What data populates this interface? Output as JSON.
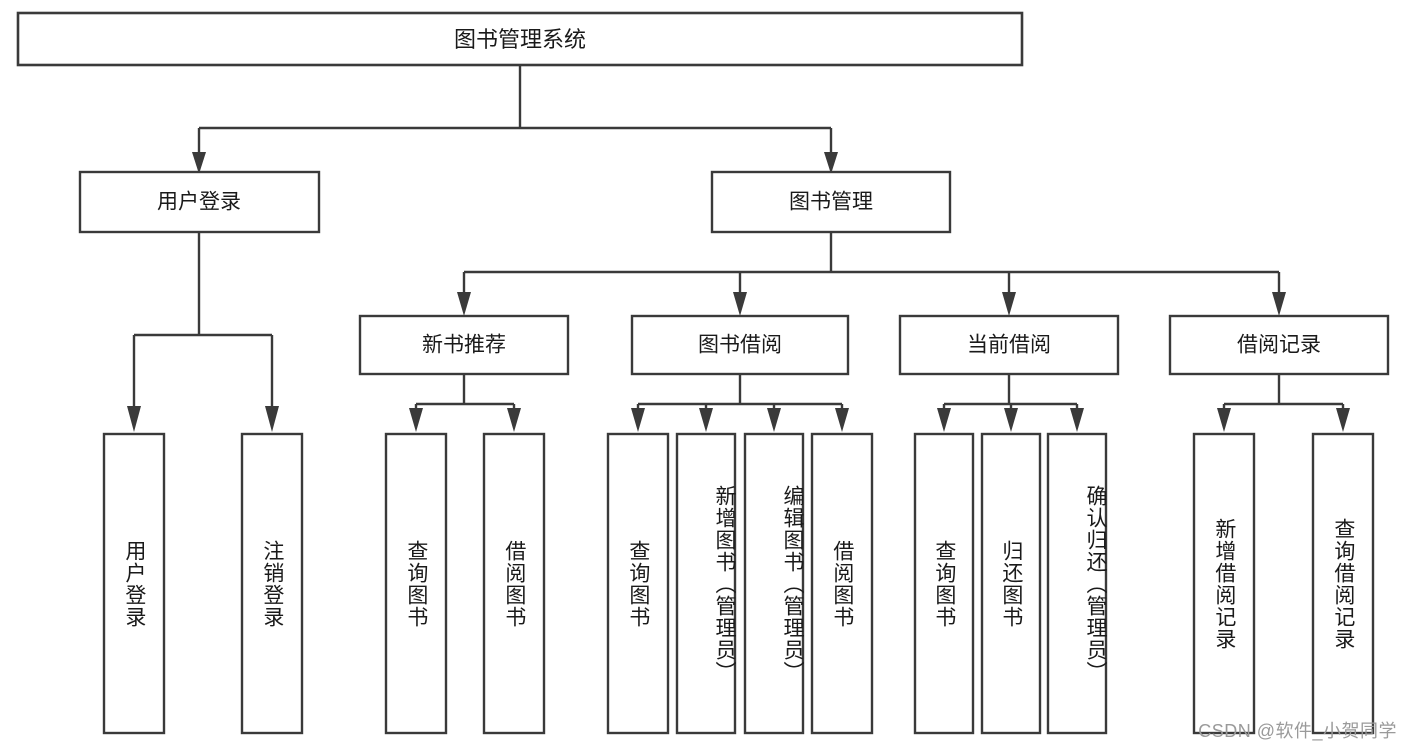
{
  "diagram": {
    "title": "图书管理系统",
    "type": "tree-hierarchy",
    "orientation": "top-down",
    "root": {
      "id": "root",
      "label": "图书管理系统",
      "level": 0
    },
    "level1": [
      {
        "id": "user-login",
        "label": "用户登录",
        "level": 1
      },
      {
        "id": "book-manage",
        "label": "图书管理",
        "level": 1
      }
    ],
    "level2": [
      {
        "id": "new-book-recommend",
        "label": "新书推荐",
        "parent": "book-manage",
        "level": 2
      },
      {
        "id": "book-borrow",
        "label": "图书借阅",
        "parent": "book-manage",
        "level": 2
      },
      {
        "id": "current-borrow",
        "label": "当前借阅",
        "parent": "book-manage",
        "level": 2
      },
      {
        "id": "borrow-record",
        "label": "借阅记录",
        "parent": "book-manage",
        "level": 2
      }
    ],
    "leaves": [
      {
        "id": "leaf-user-login",
        "label": "用户登录",
        "parent": "user-login"
      },
      {
        "id": "leaf-logout-login",
        "label": "注销登录",
        "parent": "user-login"
      },
      {
        "id": "leaf-query-book-1",
        "label": "查询图书",
        "parent": "new-book-recommend"
      },
      {
        "id": "leaf-borrow-book-1",
        "label": "借阅图书",
        "parent": "new-book-recommend"
      },
      {
        "id": "leaf-query-book-2",
        "label": "查询图书",
        "parent": "book-borrow"
      },
      {
        "id": "leaf-add-book-admin",
        "label": "新增图书（管理员）",
        "parent": "book-borrow"
      },
      {
        "id": "leaf-edit-book-admin",
        "label": "编辑图书（管理员）",
        "parent": "book-borrow"
      },
      {
        "id": "leaf-borrow-book-2",
        "label": "借阅图书",
        "parent": "book-borrow"
      },
      {
        "id": "leaf-query-book-3",
        "label": "查询图书",
        "parent": "current-borrow"
      },
      {
        "id": "leaf-return-book",
        "label": "归还图书",
        "parent": "current-borrow"
      },
      {
        "id": "leaf-confirm-return-admin",
        "label": "确认归还（管理员）",
        "parent": "current-borrow"
      },
      {
        "id": "leaf-add-borrow-record",
        "label": "新增借阅记录",
        "parent": "borrow-record"
      },
      {
        "id": "leaf-query-borrow-record",
        "label": "查询借阅记录",
        "parent": "borrow-record"
      }
    ]
  },
  "watermark": {
    "text": "CSDN @软件_小贺同学"
  },
  "colors": {
    "stroke": "#3a3a3a",
    "box_fill": "#ffffff",
    "text": "#1a1a1a",
    "watermark": "#9a9a9a",
    "background": "#ffffff"
  }
}
